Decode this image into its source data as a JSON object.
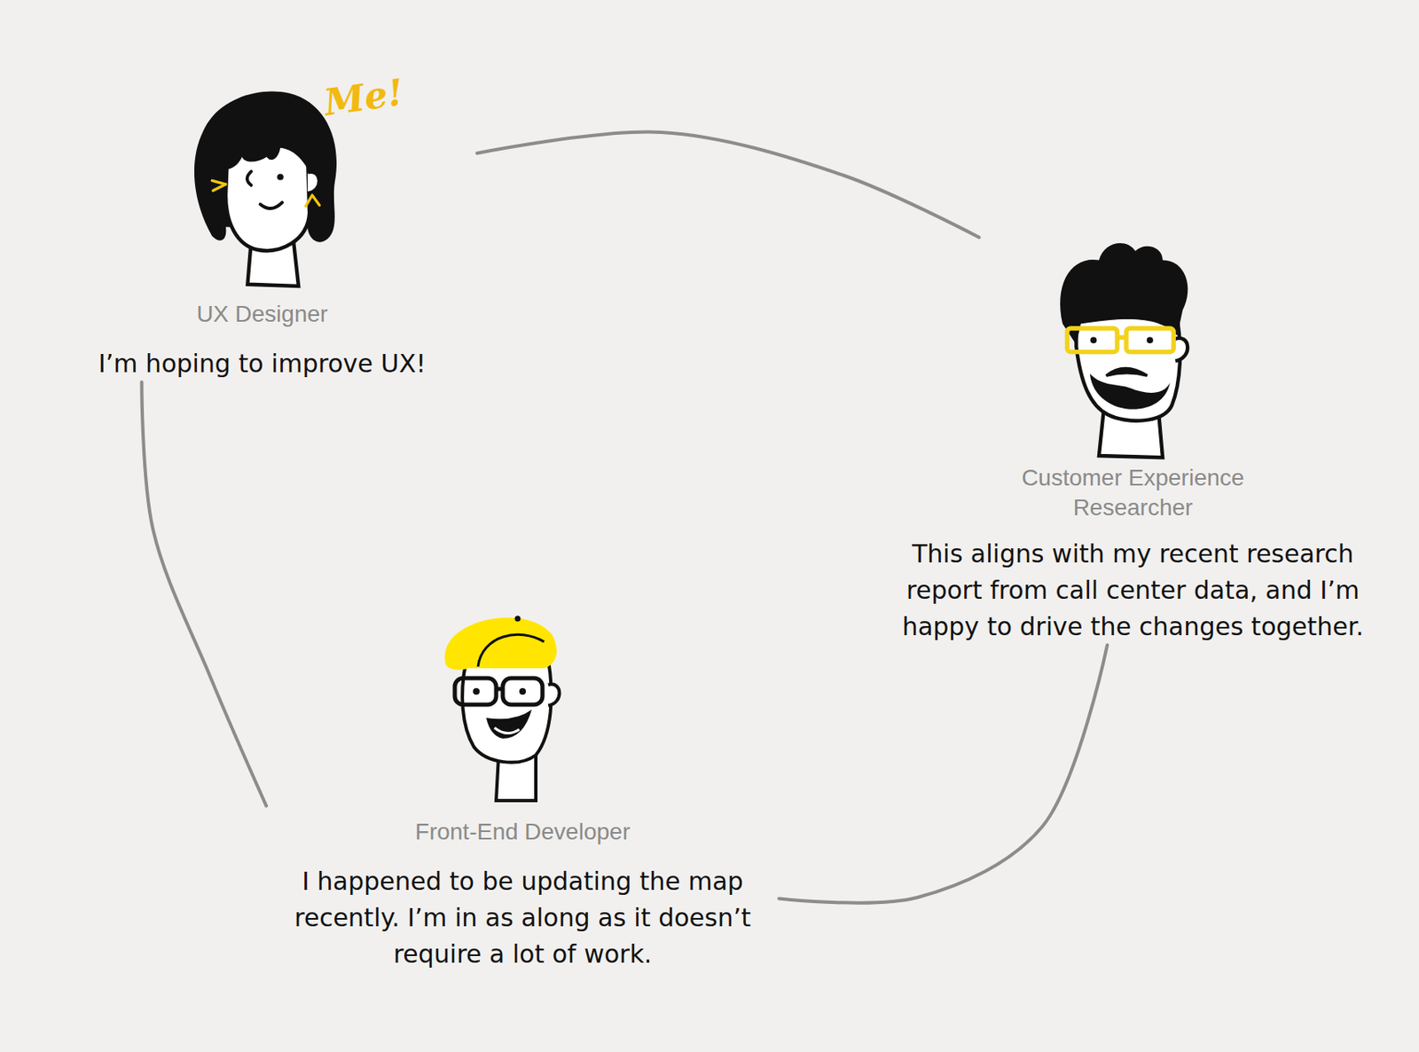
{
  "diagram": {
    "nodes": [
      {
        "text": [
          "UX Designer",
          "I’m hoping to improve UX!"
        ]
      },
      {
        "text": [
          "Customer Experience Researcher",
          "This aligns with my recent research report from call center data, and I’m happy to drive the changes together."
        ]
      },
      {
        "text": [
          "Front-End Developer",
          "I happened to be updating the map recently. I’m in as along as it doesn’t require a lot of work."
        ]
      }
    ],
    "edges": [
      {
        "from": 0,
        "to": 1,
        "arrow": "none"
      },
      {
        "from": 1,
        "to": 2,
        "arrow": "none"
      },
      {
        "from": 2,
        "to": 0,
        "arrow": "none"
      }
    ],
    "labels": [
      "Me!"
    ]
  }
}
